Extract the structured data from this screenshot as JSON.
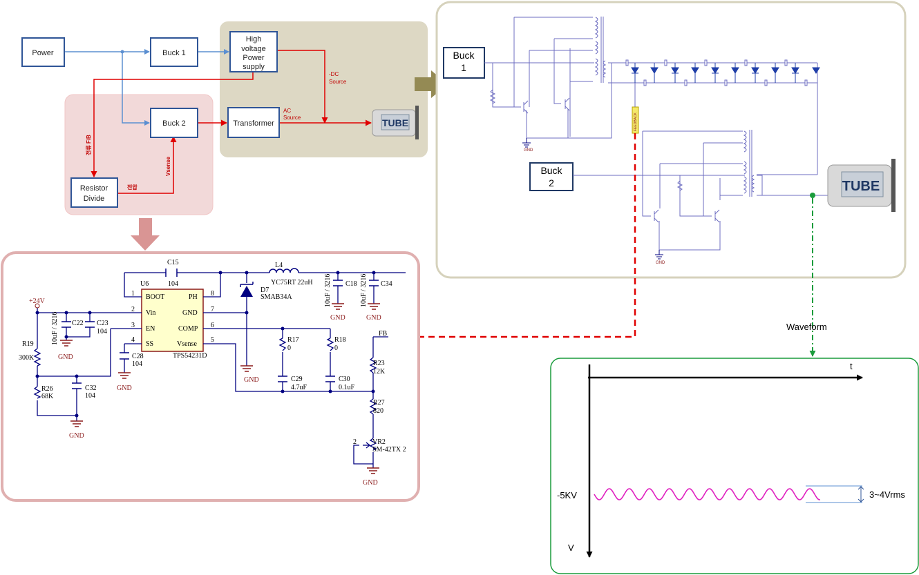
{
  "block_diagram": {
    "power": "Power",
    "buck1": "Buck 1",
    "buck2": "Buck 2",
    "hv_line1": "High",
    "hv_line2": "voltage",
    "hv_line3": "Power",
    "hv_line4": "supply",
    "transformer": "Transformer",
    "resistor_line1": "Resistor",
    "resistor_line2": "Divide",
    "tube": "TUBE",
    "dc_source_line1": "-DC",
    "dc_source_line2": "Source",
    "ac_source_line1": "AC",
    "ac_source_line2": "Source",
    "current_fb": "전류 F/B",
    "vsense": "Vsense",
    "voltage": "전압"
  },
  "circuit": {
    "buck1_line1": "Buck",
    "buck1_line2": "1",
    "buck2_line1": "Buck",
    "buck2_line2": "2",
    "tube": "TUBE",
    "feedback_tag": "FEEDBACK",
    "gnd1": "GND",
    "gnd2": "GND"
  },
  "schematic": {
    "c15": "C15",
    "c15_val": "104",
    "u6": "U6",
    "l4": "L4",
    "l4_val": "YC75RT 22uH",
    "d7": "D7",
    "d7_val": "SMAB34A",
    "c18": "C18",
    "c34": "C34",
    "cap_rating1": "10uF / 3216",
    "cap_rating2": "10uF / 3216",
    "cap_rating3": "10uF / 3216",
    "v24": "+24V",
    "pin_boot": "BOOT",
    "pin_ph": "PH",
    "pin_vin": "Vin",
    "pin_gnd": "GND",
    "pin_en": "EN",
    "pin_comp": "COMP",
    "pin_ss": "SS",
    "pin_vsense": "Vsense",
    "n1": "1",
    "n2": "2",
    "n3": "3",
    "n4": "4",
    "n5": "5",
    "n6": "6",
    "n7": "7",
    "n8": "8",
    "chip": "TPS54231D",
    "c22": "C22",
    "c23": "C23",
    "c23_val": "104",
    "c28": "C28",
    "c28_val": "104",
    "r19": "R19",
    "r19_val": "300K",
    "r26": "R26",
    "r26_val": "68K",
    "c32": "C32",
    "c32_val": "104",
    "r17": "R17",
    "r17_val": "0",
    "r18": "R18",
    "r18_val": "0",
    "c29": "C29",
    "c29_val": "4.7uF",
    "c30": "C30",
    "c30_val": "0.1uF",
    "fb": "FB",
    "r23": "R23",
    "r23_val": "12K",
    "r27": "R27",
    "r27_val": "820",
    "vr2": "VR2",
    "vr2_val": "SM-42TX 2",
    "vr2_pin": "2",
    "gnd": "GND"
  },
  "waveform": {
    "label": "Waveform",
    "t_axis": "t",
    "v_axis": "V",
    "level": "-5KV",
    "ripple": "3~4Vrms"
  },
  "colors": {
    "block_border": "#2f5597",
    "signal_red": "#e00000",
    "power_blue": "#5b8fd1",
    "hv_panel": "#ddd8c4",
    "feedback_panel": "#f2d9d9",
    "waveform_magenta": "#e020c0",
    "waveform_green": "#1a9c3c"
  }
}
